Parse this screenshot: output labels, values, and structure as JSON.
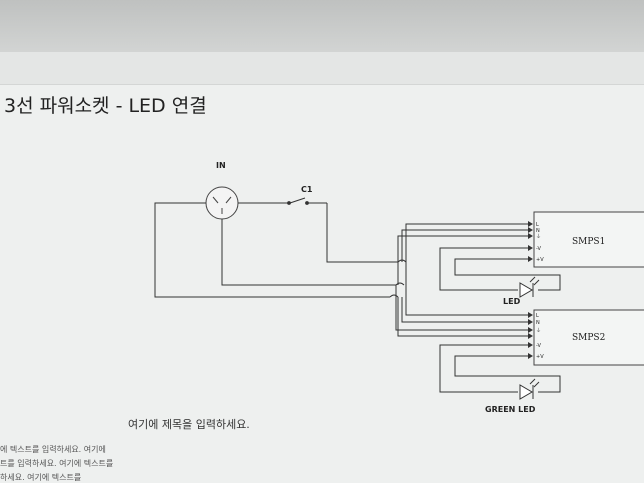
{
  "slide": {
    "title": "3선 파워소켓 - LED 연결",
    "caption": "여기에 제목을 입력하세요.",
    "body_lines": [
      "에 텍스트를 입력하세요. 여기에",
      "트를 입력하세요. 여기에 텍스트를",
      "하세요. 여기에 텍스트를"
    ]
  },
  "diagram": {
    "labels": {
      "in": "IN",
      "c1": "C1",
      "smps1": "SMPS1",
      "smps2": "SMPS2",
      "led": "LED",
      "green_led": "GREEN LED"
    },
    "pin_labels": [
      "L",
      "N",
      "⏚",
      "-V",
      "+V"
    ]
  }
}
